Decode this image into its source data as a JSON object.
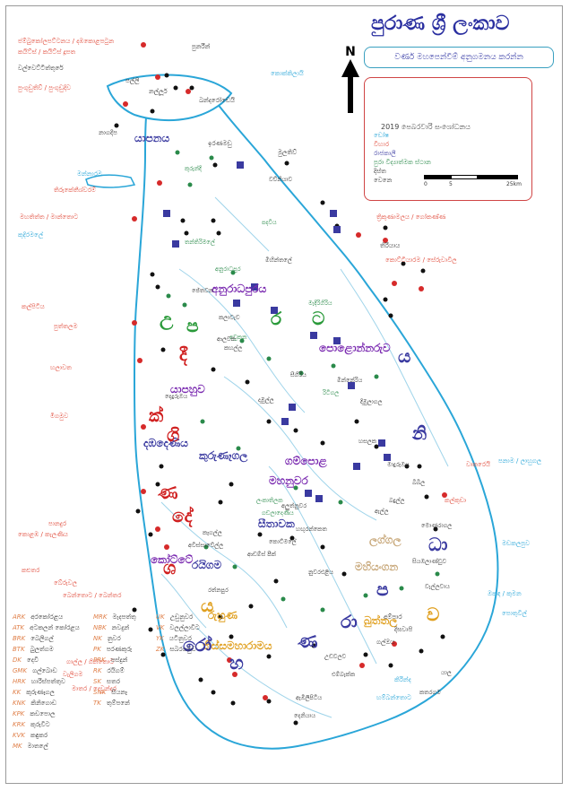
{
  "title": "පුරාණ ශ්‍රී ලංකාව",
  "subtitle": "වර්ණ මහපෙන්වීම් අනුගමනය කරන්න",
  "north_label": "N",
  "legend": {
    "title": "2019 පෙබරවාරි සංශෝධනය",
    "rows": [
      {
        "text": "ඩෝෂ",
        "color": "#2aa6d8"
      },
      {
        "text": "විහාර",
        "color": "#e04a3a"
      },
      {
        "text": "රාජකාලී",
        "color": "#3a3aa0"
      },
      {
        "text": "පුරා විද්‍යාත්මක ස්ථාන",
        "color": "#2a8a4a"
      },
      {
        "text": "දිස්ත",
        "color": "#333333"
      },
      {
        "text": "වෙනෙ",
        "color": "#333333"
      }
    ],
    "scale": {
      "start": "0",
      "mid": "5",
      "end": "25km"
    }
  },
  "regions": [
    {
      "text": "යාපනය",
      "color": "#3a3aa0"
    },
    {
      "text": "අනුරාධපුරය",
      "color": "#7a2ab0"
    },
    {
      "text": "පො​ළොන්නරුව",
      "color": "#7a2ab0"
    },
    {
      "text": "යාපහුව",
      "color": "#7a2ab0"
    },
    {
      "text": "කුරුණෑගල",
      "color": "#3a3aa0"
    },
    {
      "text": "දඹදෙණිය",
      "color": "#3a3aa0"
    },
    {
      "text": "ගම්පොළ",
      "color": "#7a2ab0"
    },
    {
      "text": "මහනුවර",
      "color": "#7a2ab0"
    },
    {
      "text": "කෝට්ටේ",
      "color": "#7a2ab0"
    },
    {
      "text": "රයිගම",
      "color": "#3a3aa0"
    },
    {
      "text": "සීතාවක",
      "color": "#3a3aa0"
    },
    {
      "text": "ලග්ගල",
      "color": "#c8a87a"
    },
    {
      "text": "ම​හියංගන",
      "color": "#c8a87a"
    },
    {
      "text": "බුත්තල",
      "color": "#e0a020"
    },
    {
      "text": "රුහුණ",
      "color": "#e0a020"
    },
    {
      "text": "තිස්සමහාරාමය",
      "color": "#e0a020"
    }
  ],
  "big_letters": [
    {
      "text": "උ",
      "color": "#2a9a3a"
    },
    {
      "text": "ප",
      "color": "#2a9a3a"
    },
    {
      "text": "ර",
      "color": "#2a9a3a"
    },
    {
      "text": "ට",
      "color": "#2a9a3a"
    },
    {
      "text": "දී",
      "color": "#d02020"
    },
    {
      "text": "ක්",
      "color": "#d02020"
    },
    {
      "text": "ගි",
      "color": "#d02020"
    },
    {
      "text": "ණ",
      "color": "#d02020"
    },
    {
      "text": "දේ",
      "color": "#d02020"
    },
    {
      "text": "ශ",
      "color": "#d02020"
    },
    {
      "text": "ය",
      "color": "#3a3aa0"
    },
    {
      "text": "නි",
      "color": "#3a3aa0"
    },
    {
      "text": "ධා",
      "color": "#3a3aa0"
    },
    {
      "text": "ප",
      "color": "#3a3aa0"
    },
    {
      "text": "රා",
      "color": "#3a3aa0"
    },
    {
      "text": "රෝ",
      "color": "#3a3aa0"
    },
    {
      "text": "හ",
      "color": "#3a3aa0"
    },
    {
      "text": "ණ",
      "color": "#3a3aa0"
    },
    {
      "text": "ය",
      "color": "#e0a020"
    },
    {
      "text": "ව",
      "color": "#e0a020"
    }
  ],
  "coastal_labels": [
    {
      "text": "ජම්බුකෝලපට්ටනය / දඹකොළපටුන",
      "color": "#e04a3a"
    },
    {
      "text": "කයිට්ස් / කයිට්ස් දූපත",
      "color": "#e04a3a"
    },
    {
      "text": "පල්ලි",
      "color": "#333333"
    },
    {
      "text": "වල්වෙට්ටිත්තුරේ",
      "color": "#333333"
    },
    {
      "text": "පුංගුඩුතිව් / පුංගුඩුදිව",
      "color": "#e04a3a"
    },
    {
      "text": "නල්ලූර්",
      "color": "#333333"
    },
    {
      "text": "නාගදීප",
      "color": "#333333"
    },
    {
      "text": "පුනරීන්",
      "color": "#333333"
    },
    {
      "text": "ඉරණමඩු",
      "color": "#333333"
    },
    {
      "text": "ඛන්දරෝඩෙයි",
      "color": "#333333"
    },
    {
      "text": "මන්නාරම",
      "color": "#2aa6d8"
    },
    {
      "text": "තිරුකේතීශ්වරම්",
      "color": "#e04a3a"
    },
    {
      "text": "මහතිත්ත / මාන්තොට",
      "color": "#e04a3a"
    },
    {
      "text": "කුදිරමලේ",
      "color": "#2aa6d8"
    },
    {
      "text": "කල්පිටිය",
      "color": "#e04a3a"
    },
    {
      "text": "පුත්තලම",
      "color": "#e04a3a"
    },
    {
      "text": "හලාවත",
      "color": "#e04a3a"
    },
    {
      "text": "මීගමුව",
      "color": "#e04a3a"
    },
    {
      "text": "කොළඹ / කැලණිය",
      "color": "#e04a3a"
    },
    {
      "text": "පානදුර",
      "color": "#e04a3a"
    },
    {
      "text": "කළුතර",
      "color": "#e04a3a"
    },
    {
      "text": "බේරුවල",
      "color": "#e04a3a"
    },
    {
      "text": "බෙන්තොට / බෙන්තර",
      "color": "#e04a3a"
    },
    {
      "text": "ගාල්ල / ගින්තොට",
      "color": "#e04a3a"
    },
    {
      "text": "වැලිගම",
      "color": "#e04a3a"
    },
    {
      "text": "මාතර / දෙවුන්දර",
      "color": "#e04a3a"
    },
    {
      "text": "හම්බන්තොට",
      "color": "#2aa6d8"
    },
    {
      "text": "කිරින්ද",
      "color": "#2aa6d8"
    },
    {
      "text": "පොතුවිල්",
      "color": "#2aa6d8"
    },
    {
      "text": "මඩකලපුව",
      "color": "#2aa6d8"
    },
    {
      "text": "කල්කුඩා",
      "color": "#e04a3a"
    },
    {
      "text": "වාකරෙයි",
      "color": "#e04a3a"
    },
    {
      "text": "ත්‍රිකුණාමලය / ගෝකණ්ණ",
      "color": "#e04a3a"
    },
    {
      "text": "කොට්ටියාරම / සේරුවාවිල",
      "color": "#e04a3a"
    },
    {
      "text": "තිරියාය",
      "color": "#333333"
    },
    {
      "text": "මුලතිව්",
      "color": "#333333"
    },
    {
      "text": "කොක්කිලායි",
      "color": "#2aa6d8"
    },
    {
      "text": "පනාම / ලාහුගල",
      "color": "#2aa6d8"
    },
    {
      "text": "ඔකඳ / කුමන",
      "color": "#2aa6d8"
    },
    {
      "text": "ගල්ඔය",
      "color": "#333333"
    },
    {
      "text": "දීඝවාපි",
      "color": "#333333"
    },
    {
      "text": "අම්පාර",
      "color": "#333333"
    }
  ],
  "inland_labels": [
    {
      "text": "කුරුන්දි",
      "color": "#2a8a4a"
    },
    {
      "text": "වව්නියාව",
      "color": "#333333"
    },
    {
      "text": "පදවිය",
      "color": "#2a8a4a"
    },
    {
      "text": "අනුරාධපුර",
      "color": "#2a8a4a"
    },
    {
      "text": "මිහින්තලේ",
      "color": "#333333"
    },
    {
      "text": "කලාවැව",
      "color": "#333333"
    },
    {
      "text": "අවුකන",
      "color": "#2a8a4a"
    },
    {
      "text": "සීගිරිය",
      "color": "#333333"
    },
    {
      "text": "දඹුල්ල",
      "color": "#333333"
    },
    {
      "text": "රිටිගල",
      "color": "#2a8a4a"
    },
    {
      "text": "මින්නේරිය",
      "color": "#333333"
    },
    {
      "text": "දිඹුලාගල",
      "color": "#333333"
    },
    {
      "text": "ආඩම්ස් පීක්",
      "color": "#333333"
    },
    {
      "text": "රත්නපුර",
      "color": "#333333"
    },
    {
      "text": "බදුල්ල",
      "color": "#333333"
    },
    {
      "text": "ඇල්ල",
      "color": "#333333"
    },
    {
      "text": "නුවරඑළිය",
      "color": "#333333"
    },
    {
      "text": "කතරගම",
      "color": "#333333"
    },
    {
      "text": "යාල",
      "color": "#333333"
    },
    {
      "text": "උඩවලව",
      "color": "#333333"
    },
    {
      "text": "එම්බැක්ක",
      "color": "#333333"
    },
    {
      "text": "ලංකාතිලක",
      "color": "#2a8a4a"
    },
    {
      "text": "ගඩලාදෙණිය",
      "color": "#2a8a4a"
    },
    {
      "text": "ආලවන",
      "color": "#333333"
    },
    {
      "text": "මැදිරිගිරිය",
      "color": "#2a8a4a"
    },
    {
      "text": "ජේතවන",
      "color": "#333333"
    },
    {
      "text": "තන්තිරිමලේ",
      "color": "#2a8a4a"
    },
    {
      "text": "කහල්ල",
      "color": "#333333"
    },
    {
      "text": "දෙදුරුඔය",
      "color": "#333333"
    },
    {
      "text": "හසලක",
      "color": "#333333"
    },
    {
      "text": "මාදුරුඔය",
      "color": "#333333"
    },
    {
      "text": "බිබිල",
      "color": "#333333"
    },
    {
      "text": "මොණරාගල",
      "color": "#333333"
    },
    {
      "text": "සියඹලාණ්ඩුව",
      "color": "#333333"
    },
    {
      "text": "වැල්ලවාය",
      "color": "#333333"
    },
    {
      "text": "ඇඹිලිපිටිය",
      "color": "#333333"
    },
    {
      "text": "දෙනියාය",
      "color": "#333333"
    },
    {
      "text": "කොට්මලේ",
      "color": "#333333"
    },
    {
      "text": "හඟුරන්කෙත",
      "color": "#333333"
    },
    {
      "text": "අලුත්නුවර",
      "color": "#333333"
    },
    {
      "text": "කෑගල්ල",
      "color": "#333333"
    },
    {
      "text": "අවිස්සාවේල්ල",
      "color": "#333333"
    }
  ],
  "code_legend": [
    {
      "code": "ARK",
      "name": "අරකෝරළය"
    },
    {
      "code": "ATK",
      "name": "අටකලන් කෝරළය"
    },
    {
      "code": "BRK",
      "name": "බෙලිගල්"
    },
    {
      "code": "BTK",
      "name": "බුලත්ගම"
    },
    {
      "code": "DK",
      "name": "දෙවි"
    },
    {
      "code": "GMK",
      "name": "ගල්බොඩ"
    },
    {
      "code": "HRK",
      "name": "හාරිස්පත්තුව"
    },
    {
      "code": "KK",
      "name": "කුරුණෑගල"
    },
    {
      "code": "KNK",
      "name": "කිනිගොඩ"
    },
    {
      "code": "KPK",
      "name": "කඩපොල"
    },
    {
      "code": "KRK",
      "name": "කුරුවිට"
    },
    {
      "code": "KVK",
      "name": "කඳුකර"
    },
    {
      "code": "MK",
      "name": "මාතලේ"
    },
    {
      "code": "MRK",
      "name": "මැදපත්තු"
    },
    {
      "code": "NBK",
      "name": "නවදුන්"
    },
    {
      "code": "NK",
      "name": "නුවර"
    },
    {
      "code": "PK",
      "name": "පරණකුරු"
    },
    {
      "code": "PRK",
      "name": "පස්දුන්"
    },
    {
      "code": "RK",
      "name": "රයිගම්"
    },
    {
      "code": "SK",
      "name": "සතර"
    },
    {
      "code": "SNK",
      "name": "සියනෑ"
    },
    {
      "code": "TK",
      "name": "තුම්පනේ"
    },
    {
      "code": "UK",
      "name": "උඩුනුවර"
    },
    {
      "code": "VK",
      "name": "වලල්ලාවිට"
    },
    {
      "code": "YK",
      "name": "යටිනුවර"
    },
    {
      "code": "ZK",
      "name": "සබරගමුව"
    }
  ]
}
